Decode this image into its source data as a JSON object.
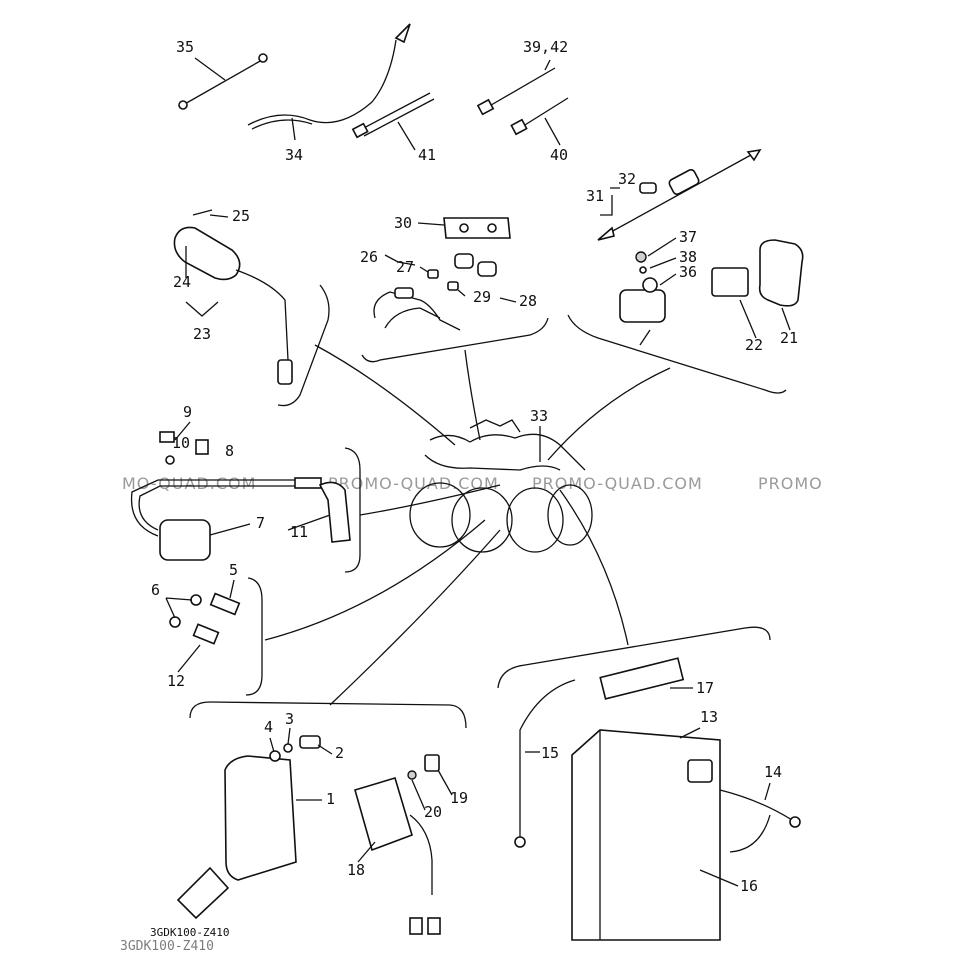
{
  "diagram": {
    "drawing_code": "3GDK100-Z410",
    "footer_code": "3GDK100-Z410",
    "watermarks": [
      "MO-QUAD.COM",
      "PROMO-QUAD.COM",
      "PROMO-QUAD.COM",
      "PROMO"
    ],
    "parts": [
      {
        "ref": "1"
      },
      {
        "ref": "2"
      },
      {
        "ref": "3"
      },
      {
        "ref": "4"
      },
      {
        "ref": "5"
      },
      {
        "ref": "6"
      },
      {
        "ref": "7"
      },
      {
        "ref": "8"
      },
      {
        "ref": "9"
      },
      {
        "ref": "10"
      },
      {
        "ref": "11"
      },
      {
        "ref": "12"
      },
      {
        "ref": "13"
      },
      {
        "ref": "14"
      },
      {
        "ref": "15"
      },
      {
        "ref": "16"
      },
      {
        "ref": "17"
      },
      {
        "ref": "18"
      },
      {
        "ref": "19"
      },
      {
        "ref": "20"
      },
      {
        "ref": "21"
      },
      {
        "ref": "22"
      },
      {
        "ref": "23"
      },
      {
        "ref": "24"
      },
      {
        "ref": "25"
      },
      {
        "ref": "26"
      },
      {
        "ref": "27"
      },
      {
        "ref": "28"
      },
      {
        "ref": "29"
      },
      {
        "ref": "30"
      },
      {
        "ref": "31"
      },
      {
        "ref": "32"
      },
      {
        "ref": "33"
      },
      {
        "ref": "34"
      },
      {
        "ref": "35"
      },
      {
        "ref": "36"
      },
      {
        "ref": "37"
      },
      {
        "ref": "38"
      },
      {
        "ref": "39,42"
      },
      {
        "ref": "40"
      },
      {
        "ref": "41"
      }
    ]
  }
}
